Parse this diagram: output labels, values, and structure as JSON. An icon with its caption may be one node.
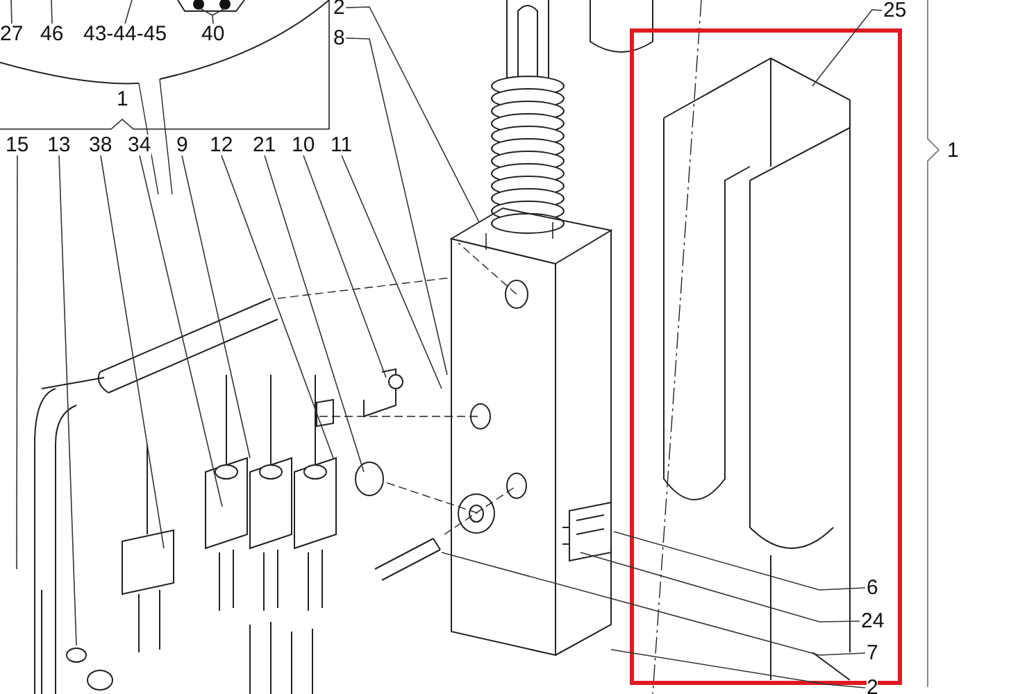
{
  "diagram": {
    "nodes": [
      {
        "text": [
          "27"
        ]
      },
      {
        "text": [
          "46"
        ]
      },
      {
        "text": [
          "43-44-45"
        ]
      },
      {
        "text": [
          "40"
        ]
      },
      {
        "text": [
          "2"
        ]
      },
      {
        "text": [
          "8"
        ]
      },
      {
        "text": [
          "25"
        ]
      },
      {
        "text": [
          "15"
        ]
      },
      {
        "text": [
          "13"
        ]
      },
      {
        "text": [
          "38"
        ]
      },
      {
        "text": [
          "34"
        ]
      },
      {
        "text": [
          "9"
        ]
      },
      {
        "text": [
          "12"
        ]
      },
      {
        "text": [
          "21"
        ]
      },
      {
        "text": [
          "10"
        ]
      },
      {
        "text": [
          "11"
        ]
      },
      {
        "text": [
          "6"
        ]
      },
      {
        "text": [
          "24"
        ]
      },
      {
        "text": [
          "7"
        ]
      },
      {
        "text": [
          "2"
        ]
      }
    ],
    "edges": [
      {
        "from": 0,
        "to": null,
        "arrow": "none"
      },
      {
        "from": 1,
        "to": null,
        "arrow": "none"
      },
      {
        "from": 2,
        "to": null,
        "arrow": "none"
      },
      {
        "from": 3,
        "to": null,
        "arrow": "none"
      },
      {
        "from": 4,
        "to": null,
        "arrow": "none"
      },
      {
        "from": 5,
        "to": null,
        "arrow": "none"
      },
      {
        "from": 6,
        "to": null,
        "arrow": "none"
      },
      {
        "from": 7,
        "to": null,
        "arrow": "none"
      },
      {
        "from": 8,
        "to": null,
        "arrow": "none"
      },
      {
        "from": 9,
        "to": null,
        "arrow": "none"
      },
      {
        "from": 10,
        "to": null,
        "arrow": "none"
      },
      {
        "from": 11,
        "to": null,
        "arrow": "none"
      },
      {
        "from": 12,
        "to": null,
        "arrow": "none"
      },
      {
        "from": 13,
        "to": null,
        "arrow": "none"
      },
      {
        "from": 14,
        "to": null,
        "arrow": "none"
      },
      {
        "from": 15,
        "to": null,
        "arrow": "none"
      },
      {
        "from": 16,
        "to": null,
        "arrow": "none"
      },
      {
        "from": 17,
        "to": null,
        "arrow": "none"
      },
      {
        "from": 18,
        "to": null,
        "arrow": "none"
      },
      {
        "from": 19,
        "to": null,
        "arrow": "none"
      }
    ],
    "labels": [
      "1",
      "1"
    ]
  }
}
